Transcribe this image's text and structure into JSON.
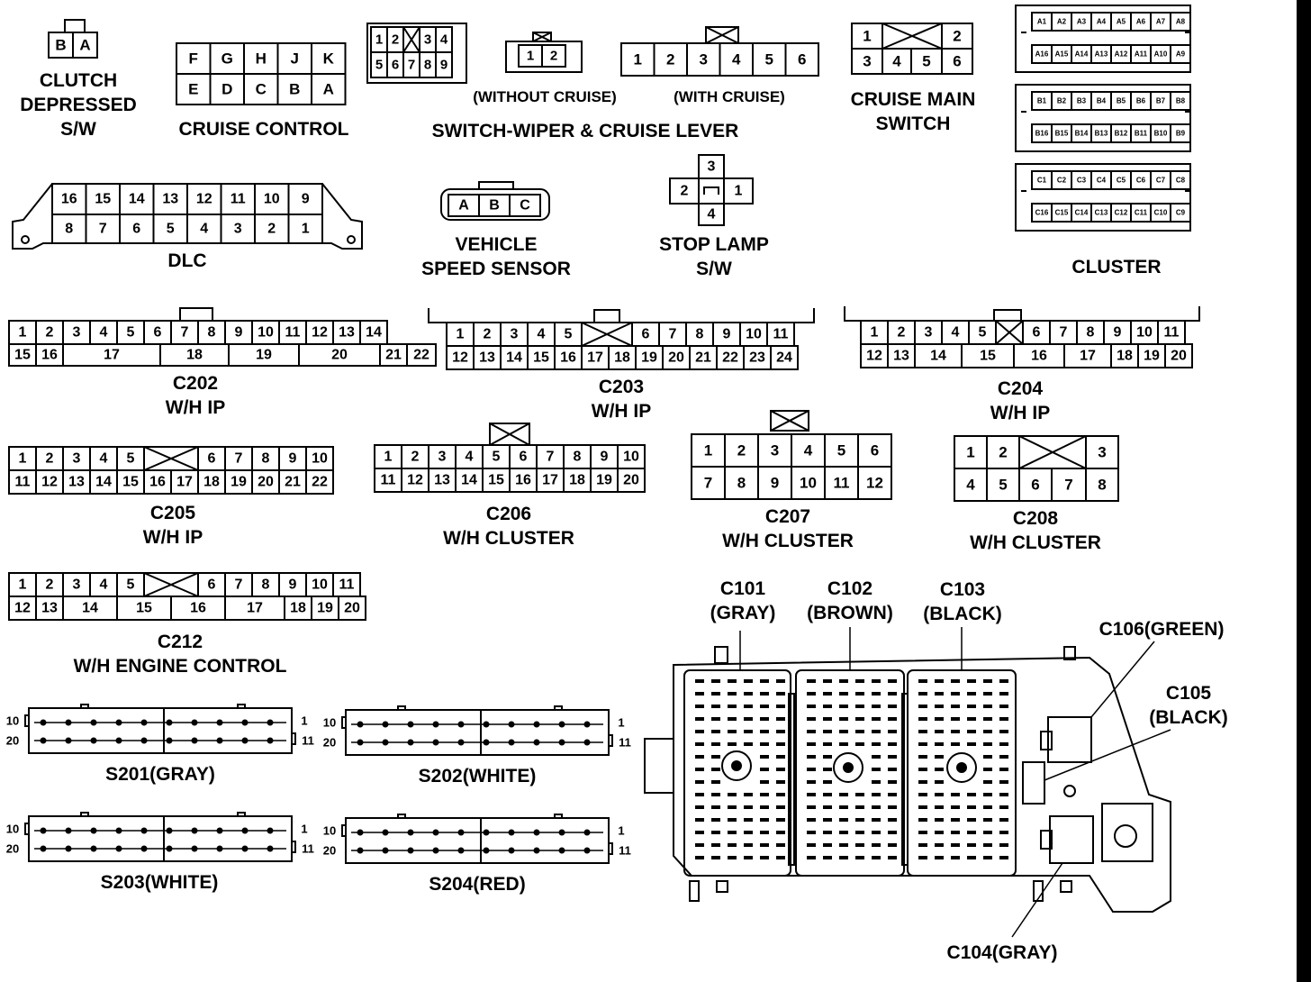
{
  "labels": {
    "clutch": [
      "CLUTCH",
      "DEPRESSED",
      "S/W"
    ],
    "cruise_control": "CRUISE CONTROL",
    "without_cruise": "(WITHOUT CRUISE)",
    "with_cruise": "(WITH CRUISE)",
    "switch_wiper": "SWITCH-WIPER & CRUISE LEVER",
    "cruise_main": [
      "CRUISE MAIN",
      "SWITCH"
    ],
    "dlc": "DLC",
    "vss": [
      "VEHICLE",
      "SPEED SENSOR"
    ],
    "stop_lamp": [
      "STOP LAMP",
      "S/W"
    ],
    "cluster": "CLUSTER",
    "c202": [
      "C202",
      "W/H IP"
    ],
    "c203": [
      "C203",
      "W/H IP"
    ],
    "c204": [
      "C204",
      "W/H IP"
    ],
    "c205": [
      "C205",
      "W/H IP"
    ],
    "c206": [
      "C206",
      "W/H CLUSTER"
    ],
    "c207": [
      "C207",
      "W/H CLUSTER"
    ],
    "c208": [
      "C208",
      "W/H CLUSTER"
    ],
    "c212": [
      "C212",
      "W/H ENGINE CONTROL"
    ],
    "s201": "S201(GRAY)",
    "s202": "S202(WHITE)",
    "s203": "S203(WHITE)",
    "s204": "S204(RED)",
    "c101": [
      "C101",
      "(GRAY)"
    ],
    "c102": [
      "C102",
      "(BROWN)"
    ],
    "c103": [
      "C103",
      "(BLACK)"
    ],
    "c106": "C106(GREEN)",
    "c105": [
      "C105",
      "(BLACK)"
    ],
    "c104": "C104(GRAY)"
  },
  "connectors": {
    "clutch": [
      [
        "B",
        "A"
      ]
    ],
    "cruise_control": [
      [
        "F",
        "G",
        "H",
        "J",
        "K"
      ],
      [
        "E",
        "D",
        "C",
        "B",
        "A"
      ]
    ],
    "wiper_without": [
      [
        "1",
        "2"
      ]
    ],
    "wiper_left": [
      [
        "1",
        "2",
        "X",
        "3",
        "4"
      ],
      [
        "5",
        "6",
        "7",
        "8",
        "9"
      ]
    ],
    "wiper_with": [
      [
        "1",
        "2",
        "3",
        "4",
        "5",
        "6"
      ]
    ],
    "cruise_main": [
      [
        "1",
        "X",
        "2"
      ],
      [
        "3",
        "4",
        "5",
        "6"
      ]
    ],
    "dlc": [
      [
        "16",
        "15",
        "14",
        "13",
        "12",
        "11",
        "10",
        "9"
      ],
      [
        "8",
        "7",
        "6",
        "5",
        "4",
        "3",
        "2",
        "1"
      ]
    ],
    "vss": [
      [
        "A",
        "B",
        "C"
      ]
    ],
    "stop_lamp": [
      "3",
      "2",
      "1",
      "4"
    ],
    "cluster_a": [
      [
        "A1",
        "A2",
        "A3",
        "A4",
        "A5",
        "A6",
        "A7",
        "A8"
      ],
      [
        "A16",
        "A15",
        "A14",
        "A13",
        "A12",
        "A11",
        "A10",
        "A9"
      ]
    ],
    "cluster_b": [
      [
        "B1",
        "B2",
        "B3",
        "B4",
        "B5",
        "B6",
        "B7",
        "B8"
      ],
      [
        "B16",
        "B15",
        "B14",
        "B13",
        "B12",
        "B11",
        "B10",
        "B9"
      ]
    ],
    "cluster_c": [
      [
        "C1",
        "C2",
        "C3",
        "C4",
        "C5",
        "C6",
        "C7",
        "C8"
      ],
      [
        "C16",
        "C15",
        "C14",
        "C13",
        "C12",
        "C11",
        "C10",
        "C9"
      ]
    ],
    "c202": [
      [
        "1",
        "2",
        "3",
        "4",
        "5",
        "6",
        "7",
        "8",
        "9",
        "10",
        "11",
        "12",
        "13",
        "14"
      ],
      [
        "15",
        "16",
        "17",
        "18",
        "19",
        "20",
        "21",
        "22"
      ]
    ],
    "c203": [
      [
        "1",
        "2",
        "3",
        "4",
        "5",
        "X",
        "6",
        "7",
        "8",
        "9",
        "10",
        "11"
      ],
      [
        "12",
        "13",
        "14",
        "15",
        "16",
        "17",
        "18",
        "19",
        "20",
        "21",
        "22",
        "23",
        "24"
      ]
    ],
    "c204": [
      [
        "1",
        "2",
        "3",
        "4",
        "5",
        "X",
        "6",
        "7",
        "8",
        "9",
        "10",
        "11"
      ],
      [
        "12",
        "13",
        "14",
        "15",
        "16",
        "17",
        "18",
        "19",
        "20"
      ]
    ],
    "c205": [
      [
        "1",
        "2",
        "3",
        "4",
        "5",
        "X",
        "6",
        "7",
        "8",
        "9",
        "10"
      ],
      [
        "11",
        "12",
        "13",
        "14",
        "15",
        "16",
        "17",
        "18",
        "19",
        "20",
        "21",
        "22"
      ]
    ],
    "c206": [
      [
        "1",
        "2",
        "3",
        "4",
        "5",
        "6",
        "7",
        "8",
        "9",
        "10"
      ],
      [
        "11",
        "12",
        "13",
        "14",
        "15",
        "16",
        "17",
        "18",
        "19",
        "20"
      ]
    ],
    "c207": [
      [
        "1",
        "2",
        "3",
        "4",
        "5",
        "6"
      ],
      [
        "7",
        "8",
        "9",
        "10",
        "11",
        "12"
      ]
    ],
    "c208": [
      [
        "1",
        "2",
        "X",
        "3"
      ],
      [
        "4",
        "5",
        "6",
        "7",
        "8"
      ]
    ],
    "c212": [
      [
        "1",
        "2",
        "3",
        "4",
        "5",
        "X",
        "6",
        "7",
        "8",
        "9",
        "10",
        "11"
      ],
      [
        "12",
        "13",
        "14",
        "15",
        "16",
        "17",
        "18",
        "19",
        "20"
      ]
    ]
  },
  "splice_pins": {
    "s201": [
      "10",
      "20",
      "1",
      "11"
    ],
    "s202": [
      "10",
      "20",
      "1",
      "11"
    ],
    "s203": [
      "10",
      "20",
      "1",
      "11"
    ],
    "s204": [
      "10",
      "20",
      "1",
      "11"
    ]
  }
}
